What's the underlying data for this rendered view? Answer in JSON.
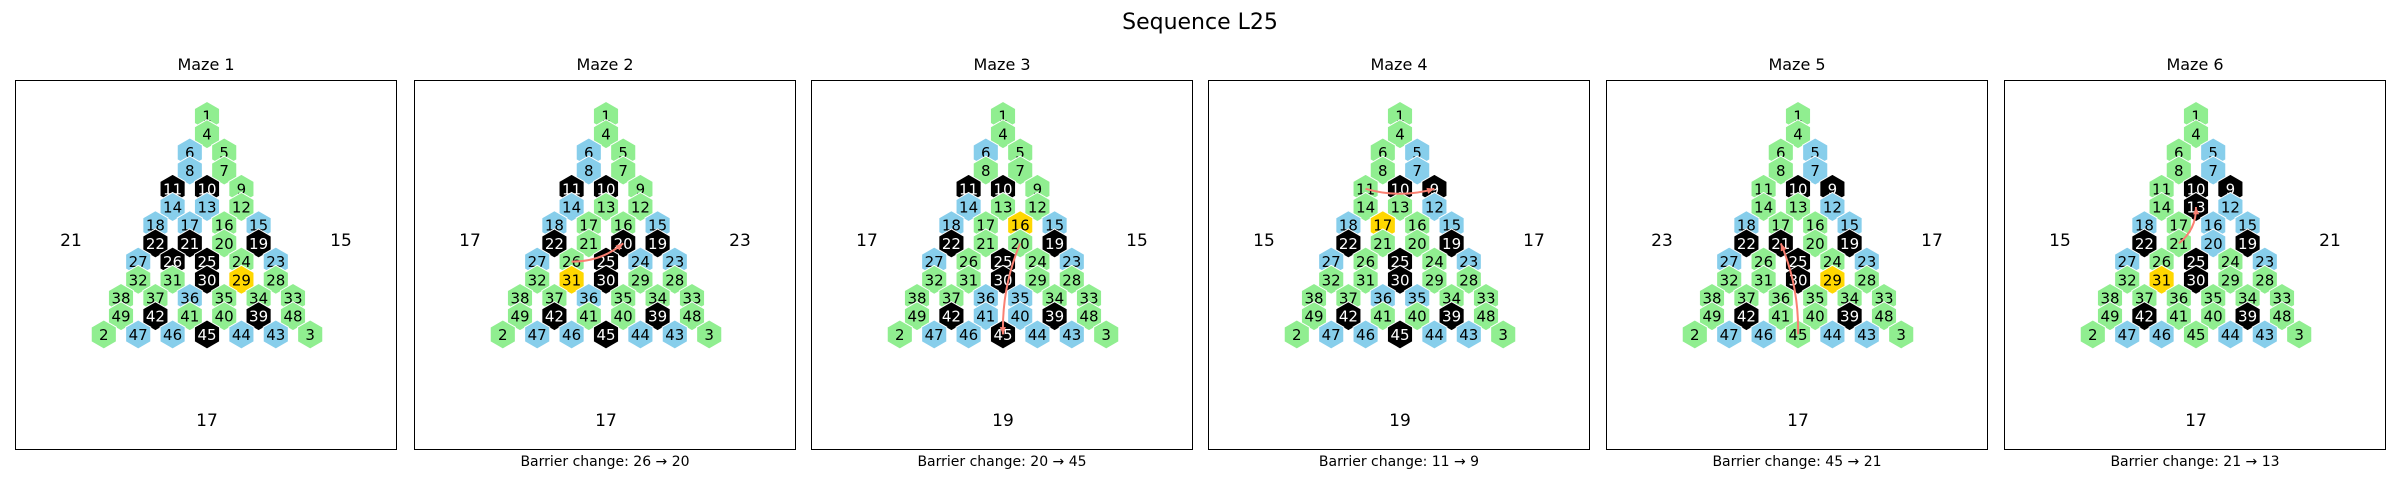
{
  "title": "Sequence L25",
  "colors": {
    "open": "#90EE90",
    "blue": "#87CEEB",
    "barrier": "#000000",
    "goal": "#FFD700",
    "arrow": "#FA8072"
  },
  "mazes": [
    {
      "title": "Maze 1",
      "caption": "",
      "left_number": "21",
      "right_number": "15",
      "bottom_number": "17",
      "black": [
        10,
        11,
        22,
        26,
        21,
        25,
        19,
        30,
        42,
        39,
        45
      ],
      "blue": [
        6,
        8,
        14,
        17,
        13,
        18,
        27,
        15,
        23,
        36,
        47,
        46,
        44,
        43
      ],
      "gold": [
        29
      ],
      "arrow": null
    },
    {
      "title": "Maze 2",
      "caption": "Barrier change: 26 → 20",
      "left_number": "17",
      "right_number": "23",
      "bottom_number": "17",
      "black": [
        10,
        11,
        22,
        20,
        25,
        19,
        30,
        42,
        39,
        45
      ],
      "blue": [
        6,
        8,
        14,
        18,
        27,
        15,
        24,
        23,
        36,
        47,
        46,
        44,
        43
      ],
      "gold": [
        31
      ],
      "arrow": [
        26,
        20
      ]
    },
    {
      "title": "Maze 3",
      "caption": "Barrier change: 20 → 45",
      "left_number": "17",
      "right_number": "15",
      "bottom_number": "19",
      "black": [
        10,
        11,
        22,
        25,
        19,
        30,
        42,
        39,
        45
      ],
      "blue": [
        6,
        14,
        18,
        27,
        15,
        23,
        36,
        35,
        47,
        46,
        41,
        40,
        44,
        43
      ],
      "gold": [
        16
      ],
      "arrow": [
        20,
        45
      ]
    },
    {
      "title": "Maze 4",
      "caption": "Barrier change: 11 → 9",
      "left_number": "15",
      "right_number": "17",
      "bottom_number": "19",
      "black": [
        10,
        9,
        22,
        25,
        19,
        30,
        42,
        39,
        45
      ],
      "blue": [
        5,
        7,
        12,
        18,
        15,
        27,
        23,
        36,
        35,
        47,
        46,
        44,
        43
      ],
      "gold": [
        17
      ],
      "arrow": [
        11,
        9
      ]
    },
    {
      "title": "Maze 5",
      "caption": "Barrier change: 45 → 21",
      "left_number": "23",
      "right_number": "17",
      "bottom_number": "17",
      "black": [
        10,
        9,
        22,
        21,
        25,
        19,
        30,
        42,
        39
      ],
      "blue": [
        5,
        7,
        12,
        18,
        15,
        27,
        23,
        47,
        46,
        44,
        43
      ],
      "gold": [
        29
      ],
      "arrow": [
        45,
        21
      ]
    },
    {
      "title": "Maze 6",
      "caption": "Barrier change: 21 → 13",
      "left_number": "15",
      "right_number": "21",
      "bottom_number": "17",
      "black": [
        10,
        9,
        13,
        22,
        25,
        19,
        30,
        42,
        39
      ],
      "blue": [
        5,
        7,
        16,
        12,
        18,
        15,
        27,
        20,
        23,
        47,
        46,
        44,
        43
      ],
      "gold": [
        31
      ],
      "arrow": [
        21,
        13
      ]
    }
  ]
}
